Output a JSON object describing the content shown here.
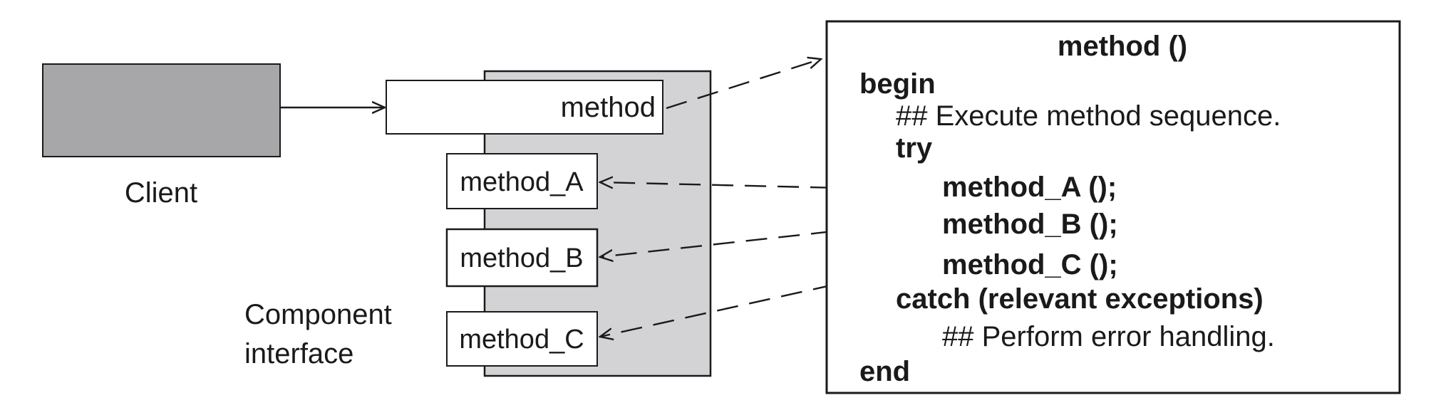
{
  "client": {
    "label": "Client",
    "fill": "#a7a7aa"
  },
  "component": {
    "label_line1": "Component",
    "label_line2": "interface",
    "fill": "#d3d3d5",
    "method": "method",
    "method_a": "method_A",
    "method_b": "method_B",
    "method_c": "method_C"
  },
  "code_box": {
    "title": "method ()",
    "lines": [
      "begin",
      "## Execute method sequence.",
      "try",
      "method_A ();",
      "method_B ();",
      "method_C ();",
      "catch (relevant exceptions)",
      "## Perform error handling.",
      "end"
    ]
  }
}
